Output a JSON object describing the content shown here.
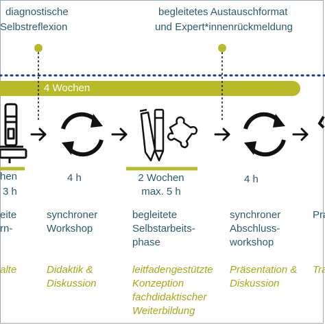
{
  "top_labels": {
    "left_line1": "diagnostische",
    "left_line2": "Selbstreflexion",
    "right_line1": "begleitetes Austauschformat",
    "right_line2": "und Expert*innenrückmeldung"
  },
  "timeline": {
    "bar_label": "4 Wochen"
  },
  "durations": {
    "col1_line1": "hen",
    "col1_line2": "3 h",
    "col2": "4 h",
    "col3_line1": "2 Wochen",
    "col3_line2": "max. 5 h",
    "col4": "4 h"
  },
  "phases": {
    "col1_line1": "eite",
    "col1_line2": "rn-",
    "col2_line1": "synchroner",
    "col2_line2": "Workshop",
    "col3_line1": "begleitete",
    "col3_line2": "Selbstarbeits-",
    "col3_line3": "phase",
    "col4_line1": "synchroner",
    "col4_line2": "Abschluss-",
    "col4_line3": "workshop",
    "col5_line1": "Pra"
  },
  "descriptions": {
    "col1": "alte",
    "col2_line1": "Didaktik &",
    "col2_line2": "Diskussion",
    "col3_line1": "leitfadengestützte",
    "col3_line2": "Konzeption",
    "col3_line3": "fachdidaktischer",
    "col3_line4": "Weiterbildung",
    "col4_line1": "Präsentation &",
    "col4_line2": "Diskussion",
    "col5": "Tra"
  },
  "colors": {
    "teal": "#2d5b6b",
    "olive": "#a4a817",
    "navy": "#1f3a8a",
    "black": "#111111"
  },
  "icons": [
    "microscope-icon",
    "cycle-icon",
    "pencils-icon",
    "puzzle-icon",
    "cycle-icon",
    "arrow-right-icon"
  ]
}
